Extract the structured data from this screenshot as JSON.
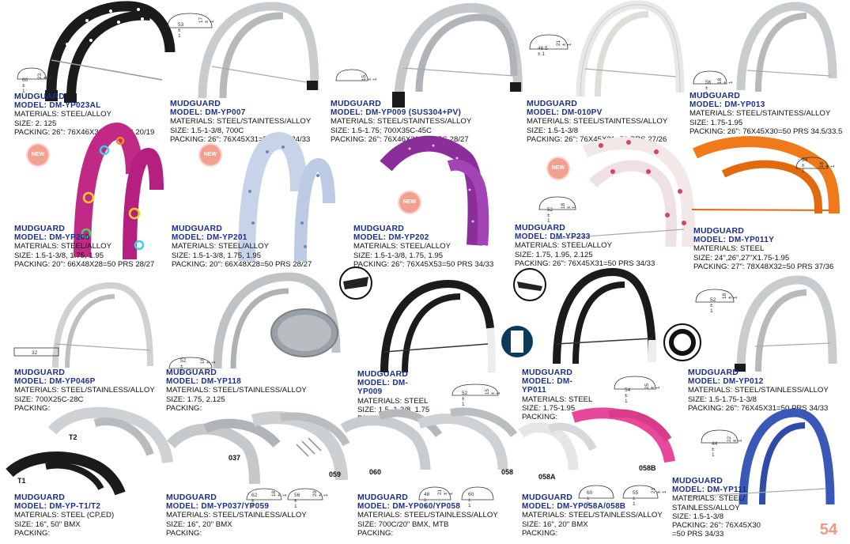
{
  "page_number": "54",
  "new_badge": "NEW",
  "items": [
    {
      "title": "MUDGUARD",
      "model": "MODEL: DM-YP023AL",
      "lines": [
        "MATERIALS: STEEL/ALLOY",
        "SIZE: 2. 125",
        "PACKING: 26\": 76X46X31=50 PRS   20/19"
      ],
      "dims": [
        "60 ± 1",
        "23 ± 1"
      ]
    },
    {
      "title": "MUDGUARD",
      "model": "MODEL: DM-YP007",
      "lines": [
        "MATERIALS: STEEL/STAINTESS/ALLOY",
        "SIZE: 1.5-1-3/8, 700C",
        "PACKING: 26\": 76X45X31=50 PRS        34/33"
      ],
      "dims": [
        "53 ± 1",
        "17 ± 1"
      ]
    },
    {
      "title": "MUDGUARD",
      "model": "MODEL: DM-YP009 (SUS304+PV)",
      "lines": [
        "MATERIALS: STEEL/STAINTESS/ALLOY",
        "SIZE: 1.5-1.75; 700X35C-45C",
        "PACKING: 26\": 76X46X30=50PRS        28/27"
      ],
      "dims": [
        "15 ± 1"
      ]
    },
    {
      "title": "MUDGUARD",
      "model": "MODEL: DM-010PV",
      "lines": [
        "MATERIALS: STEEL/STAINTESS/ALLOY",
        "SIZE: 1.5-1-3/8",
        "PACKING: 26\": 76X45X31=50 PRS        27/26"
      ],
      "dims": [
        "46.5 ± 1",
        "21 ± 1"
      ]
    },
    {
      "title": "MUDGUARD",
      "model": "MODEL: DM-YP013",
      "lines": [
        "MATERIALS: STEEL/STAINTESS/ALLOY",
        "SIZE: 1.75-1.95",
        "PACKING: 26\": 76X45X30=50 PRS       34.5/33.5"
      ],
      "dims": [
        "56 ± 1",
        "18 ± 1"
      ]
    },
    {
      "title": "MUDGUARD",
      "model": "MODEL: DM-YP200",
      "lines": [
        "MATERIALS: STEEL/ALLOY",
        "SIZE: 1.5-1-3/8, 1.75, 1.95",
        "PACKING: 20\": 66X48X28=50 PRS        28/27"
      ],
      "dims": []
    },
    {
      "title": "MUDGUARD",
      "model": "MODEL: DM-YP201",
      "lines": [
        "MATERIALS: STEEL/ALLOY",
        "SIZE: 1.5-1-3/8, 1.75, 1.95",
        "PACKING: 20\": 66X48X28=50 PRS        28/27"
      ],
      "dims": []
    },
    {
      "title": "MUDGUARD",
      "model": "MODEL: DM-YP202",
      "lines": [
        "MATERIALS: STEEL/ALLOY",
        "SIZE: 1.5-1-3/8, 1.75, 1.95",
        "PACKING: 26\": 76X45X53=50 PRS       34/33"
      ],
      "dims": []
    },
    {
      "title": "MUDGUARD",
      "model": "MODEL: DM-YP233",
      "lines": [
        "MATERIALS: STEEL/ALLOY",
        "SIZE: 1.75, 1.95, 2.125",
        "PACKING: 26\": 76X45X31=50 PRS        34/33"
      ],
      "dims": [
        "52 ± 1",
        "18 ± 1"
      ]
    },
    {
      "title": "MUDGUARD",
      "model": "MODEL: DM-YP011Y",
      "lines": [
        "MATERIALS: STEEL",
        "SIZE: 24\",26\",27\"X1.75-1.95",
        "PACKING: 27\": 78X48X32=50 PRS     37/36"
      ],
      "dims": [
        "54 ± 1",
        "18 ± 1"
      ]
    },
    {
      "title": "MUDGUARD",
      "model": "MODEL: DM-YP046P",
      "lines": [
        "MATERIALS: STEEL/STAINLESS/ALLOY",
        "SIZE: 700X25C-28C",
        "PACKING:"
      ],
      "dims": [
        "32"
      ]
    },
    {
      "title": "MUDGUARD",
      "model": "MODEL: DM-YP118",
      "lines": [
        "MATERIALS: STEEL/STAINLESS/ALLOY",
        "SIZE: 1.75, 2.125",
        "PACKING:"
      ],
      "dims": [
        "52 ± 1",
        "16 ± 1"
      ]
    },
    {
      "title": "MUDGUARD",
      "model": "MODEL: DM-YP009",
      "lines": [
        "MATERIALS: STEEL",
        "SIZE: 1.5, 1-3/8, 1.75",
        "PACKING:"
      ],
      "dims": [
        "52 ± 1",
        "15 ± 1"
      ]
    },
    {
      "title": "MUDGUARD",
      "model": "MODEL: DM-YP011",
      "lines": [
        "MATERIALS: STEEL",
        "SIZE: 1.75-1.95",
        "PACKING:"
      ],
      "dims": [
        "54 ± 1",
        "25 ± 1"
      ]
    },
    {
      "title": "MUDGUARD",
      "model": "MODEL: DM-YP012",
      "lines": [
        "MATERIALS: STEEL/STAINLESS/ALLOY",
        "SIZE: 1.5-1.75-1-3/8",
        "PACKING: 26\": 76X45X31=50 PRS      34/33"
      ],
      "dims": [
        "52 ± 1",
        "18 ± 1"
      ]
    },
    {
      "title": "MUDGUARD",
      "model": "MODEL: DM-YP-T1/T2",
      "lines": [
        "MATERIALS: STEEL (CP,ED)",
        "SIZE: 16\", 50\" BMX",
        "PACKING:"
      ],
      "dims": [],
      "tags": [
        "T2",
        "T1"
      ]
    },
    {
      "title": "MUDGUARD",
      "model": "MODEL: DM-YP037/YP059",
      "lines": [
        "MATERIALS: STEEL/STAINLESS/ALLOY",
        "SIZE: 16\", 20\" BMX",
        "PACKING:"
      ],
      "dims": [
        "62 ± 1",
        "56 ± 1",
        "20 ± 1",
        "18 ± 1"
      ],
      "tags": [
        "037",
        "059"
      ]
    },
    {
      "title": "MUDGUARD",
      "model": "MODEL: DM-YP060/YP058",
      "lines": [
        "MATERIALS: STEEL/STAINLESS/ALLOY",
        "SIZE: 700C/20\" BMX, MTB",
        "PACKING:"
      ],
      "dims": [
        "48 ± 1",
        "60 ± 1",
        "21 ± 1"
      ],
      "tags": [
        "060",
        "058"
      ]
    },
    {
      "title": "MUDGUARD",
      "model": "MODEL: DM-YP058A/058B",
      "lines": [
        "MATERIALS: STEEL/STAINLESS/ALLOY",
        "SIZE: 16\", 20\" BMX",
        "PACKING:"
      ],
      "dims": [
        "60 ± 1",
        "55 ± 1",
        "21 ± 1"
      ],
      "tags": [
        "058A",
        "058B"
      ]
    },
    {
      "title": "MUDGUARD",
      "model": "MODEL: DM-YP111",
      "lines": [
        "MATERIALS: STEEL/",
        "STAINLESS/ALLOY",
        "SIZE: 1.5-1-3/8",
        "PACKING: 26\":  76X45X30",
        "=50 PRS    34/33"
      ],
      "dims": [
        "44 ± 1",
        "22 ± 1"
      ]
    }
  ],
  "colors": {
    "title": "#1a2f8a",
    "silver": "#c9ccce",
    "black": "#1b1b1b",
    "orange": "#f07a1a",
    "blue": "#3a58b8",
    "pink": "#e8489a",
    "purple": "#8a2f9a",
    "badge": "#f2a08f"
  }
}
